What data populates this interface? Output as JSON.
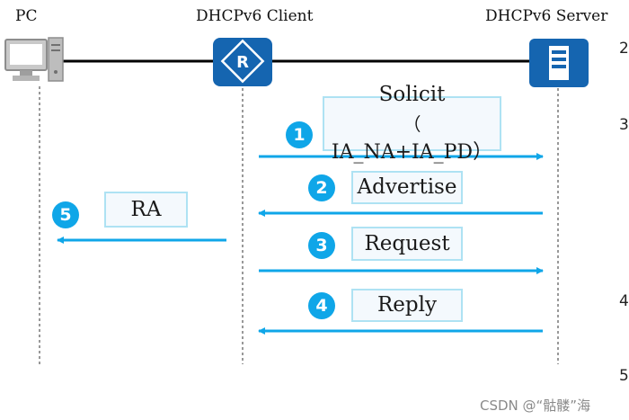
{
  "nodes": {
    "pc": "PC",
    "client": "DHCPv6  Client",
    "server": "DHCPv6 Server"
  },
  "messages": [
    {
      "step": "1",
      "line1": "Solicit",
      "line2": "（",
      "line3": "IA_NA+IA_PD）",
      "direction": "client-to-server"
    },
    {
      "step": "2",
      "label": "Advertise",
      "direction": "server-to-client"
    },
    {
      "step": "3",
      "label": "Request",
      "direction": "client-to-server"
    },
    {
      "step": "4",
      "label": "Reply",
      "direction": "server-to-client"
    },
    {
      "step": "5",
      "label": "RA",
      "direction": "client-to-pc"
    }
  ],
  "edge_numbers": [
    "2",
    "3",
    "4",
    "5"
  ],
  "watermark": "CSDN @“骷髅”海",
  "colors": {
    "arrow": "#0fa6e8",
    "icon": "#1565b0",
    "box_border": "#aee2f3",
    "step": "#0fa6e8"
  }
}
